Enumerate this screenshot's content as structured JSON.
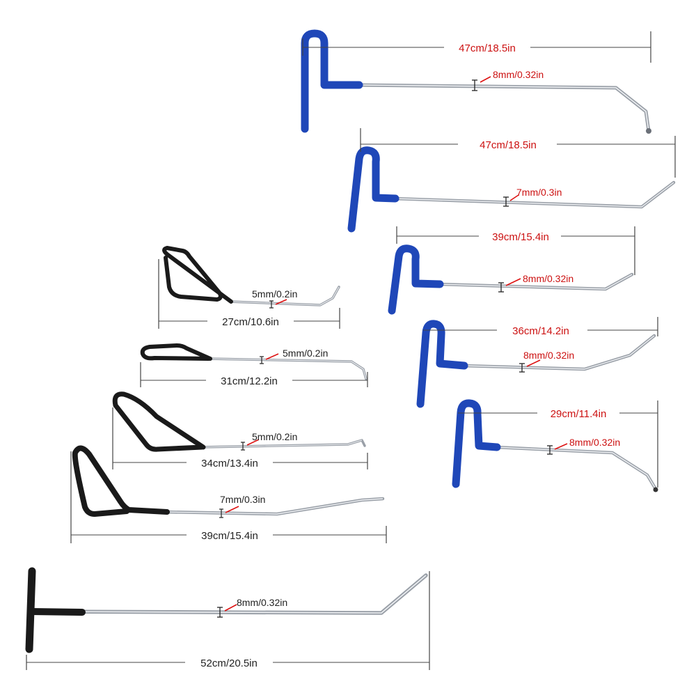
{
  "colors": {
    "background": "#ffffff",
    "blue_handle": "#1f47b8",
    "black_handle": "#1a1a1a",
    "dimension_line": "#444444",
    "label_text": "#cc1111",
    "arrow": "#dd1111",
    "steel": "#b8bcc4"
  },
  "tools": [
    {
      "length_label": "47cm/18.5in",
      "diameter_label": "8mm/0.32in",
      "handle": "blue-hook"
    },
    {
      "length_label": "47cm/18.5in",
      "diameter_label": "7mm/0.3in",
      "handle": "blue-hook"
    },
    {
      "length_label": "39cm/15.4in",
      "diameter_label": "8mm/0.32in",
      "handle": "blue-hook"
    },
    {
      "length_label": "36cm/14.2in",
      "diameter_label": "8mm/0.32in",
      "handle": "blue-hook"
    },
    {
      "length_label": "29cm/11.4in",
      "diameter_label": "8mm/0.32in",
      "handle": "blue-hook"
    },
    {
      "length_label": "27cm/10.6in",
      "diameter_label": "5mm/0.2in",
      "handle": "black-loop"
    },
    {
      "length_label": "31cm/12.2in",
      "diameter_label": "5mm/0.2in",
      "handle": "black-loop"
    },
    {
      "length_label": "34cm/13.4in",
      "diameter_label": "5mm/0.2in",
      "handle": "black-loop"
    },
    {
      "length_label": "39cm/15.4in",
      "diameter_label": "7mm/0.3in",
      "handle": "black-loop"
    },
    {
      "length_label": "52cm/20.5in",
      "diameter_label": "8mm/0.32in",
      "handle": "black-t"
    }
  ]
}
